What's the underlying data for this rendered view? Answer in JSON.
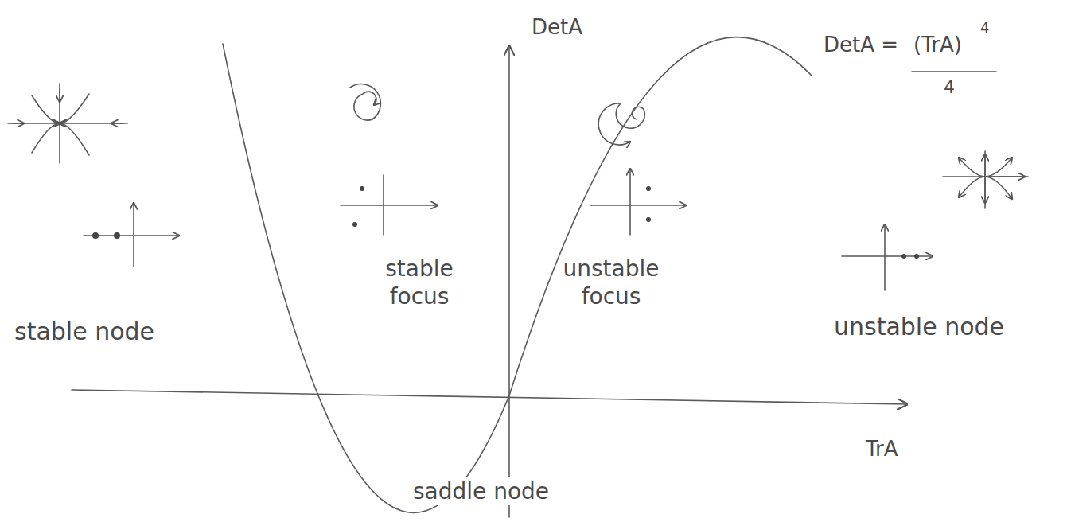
{
  "diagram": {
    "labels": [
      "DetA",
      "DetA =",
      "(TrA)",
      "4",
      "4",
      "stable focus",
      "unstable focus",
      "stable node",
      "unstable node",
      "TrA",
      "saddle node"
    ]
  }
}
